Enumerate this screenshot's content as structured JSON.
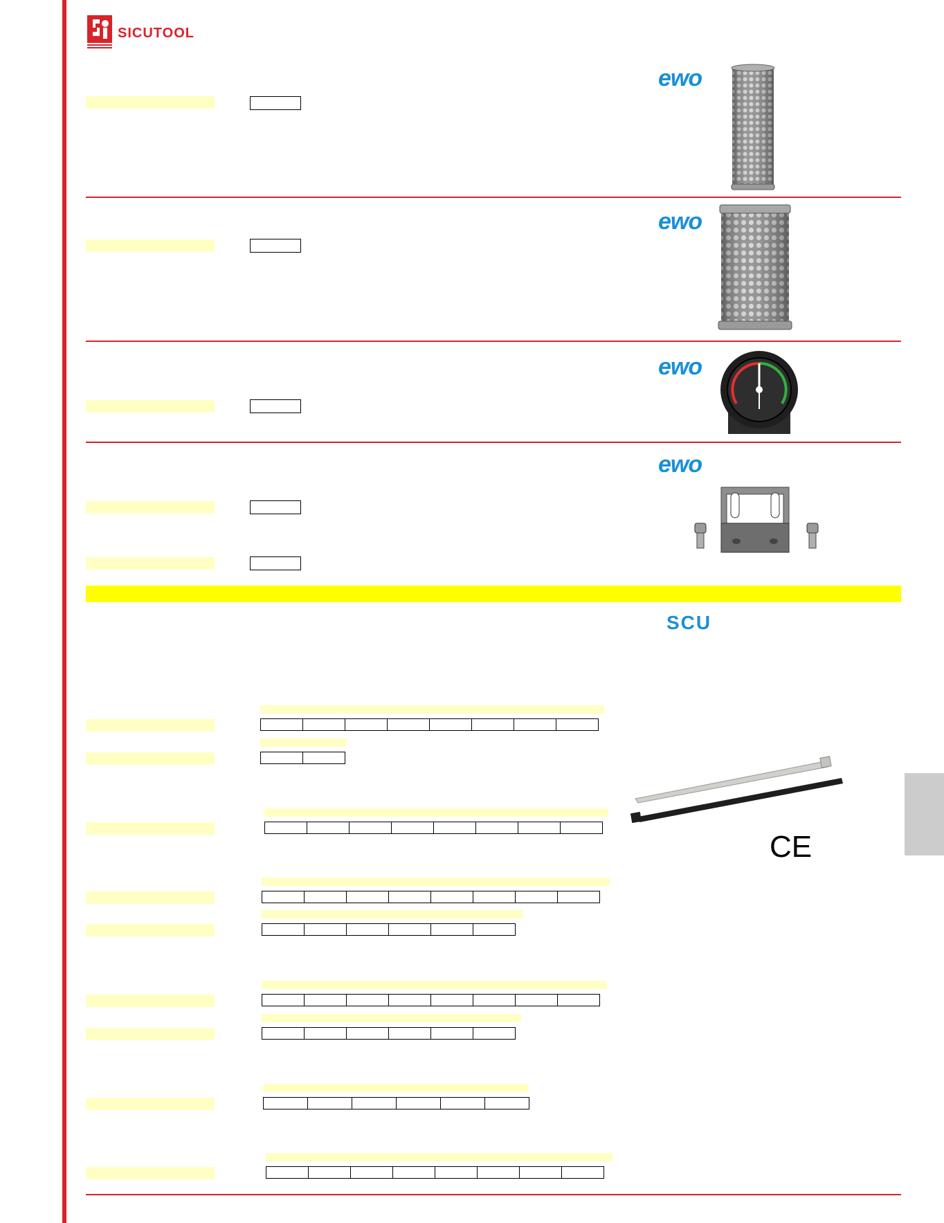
{
  "brand": {
    "name": "SICUTOOL",
    "color": "#d8232a"
  },
  "supplier_logos": {
    "ewo": "ewo",
    "scu": "SCU"
  },
  "marks": {
    "ce": "CE"
  },
  "colors": {
    "accent_red": "#d8232a",
    "highlight_yellow": "#ffff00",
    "pale_yellow": "#ffffc4",
    "ewo_blue": "#1a8fd6",
    "tab_gray": "#cccccc"
  },
  "icons": [
    "sicutool-logo-icon",
    "filter-cartridge-icon",
    "pressure-gauge-icon",
    "mounting-bracket-icon",
    "cable-tie-icon",
    "ce-mark-icon"
  ]
}
